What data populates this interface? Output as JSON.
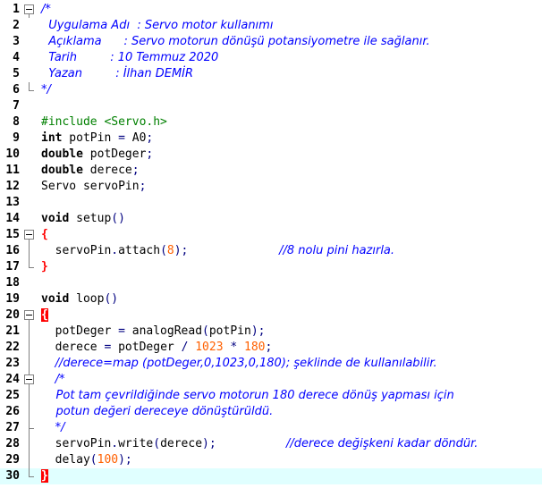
{
  "lines": [
    {
      "n": "1",
      "tokens": [
        {
          "t": "c",
          "v": "/*"
        }
      ],
      "fold": "open"
    },
    {
      "n": "2",
      "tokens": [
        {
          "t": "c",
          "v": "  Uygulama Adı  : Servo motor kullanımı"
        }
      ]
    },
    {
      "n": "3",
      "tokens": [
        {
          "t": "c",
          "v": "  Açıklama      : Servo motorun dönüşü potansiyometre ile sağlanır."
        }
      ]
    },
    {
      "n": "4",
      "tokens": [
        {
          "t": "c",
          "v": "  Tarih         : 10 Temmuz 2020"
        }
      ]
    },
    {
      "n": "5",
      "tokens": [
        {
          "t": "c",
          "v": "  Yazan         : İlhan DEMİR"
        }
      ]
    },
    {
      "n": "6",
      "tokens": [
        {
          "t": "c",
          "v": "*/"
        }
      ],
      "fold": "end"
    },
    {
      "n": "7",
      "tokens": []
    },
    {
      "n": "8",
      "tokens": [
        {
          "t": "pp",
          "v": "#include <Servo.h>"
        }
      ]
    },
    {
      "n": "9",
      "tokens": [
        {
          "t": "k",
          "v": "int"
        },
        {
          "t": "id",
          "v": " potPin "
        },
        {
          "t": "op",
          "v": "="
        },
        {
          "t": "id",
          "v": " A0"
        },
        {
          "t": "op",
          "v": ";"
        }
      ]
    },
    {
      "n": "10",
      "tokens": [
        {
          "t": "k",
          "v": "double"
        },
        {
          "t": "id",
          "v": " potDeger"
        },
        {
          "t": "op",
          "v": ";"
        }
      ]
    },
    {
      "n": "11",
      "tokens": [
        {
          "t": "k",
          "v": "double"
        },
        {
          "t": "id",
          "v": " derece"
        },
        {
          "t": "op",
          "v": ";"
        }
      ]
    },
    {
      "n": "12",
      "tokens": [
        {
          "t": "id",
          "v": "Servo servoPin"
        },
        {
          "t": "op",
          "v": ";"
        }
      ]
    },
    {
      "n": "13",
      "tokens": []
    },
    {
      "n": "14",
      "tokens": [
        {
          "t": "k",
          "v": "void"
        },
        {
          "t": "id",
          "v": " setup"
        },
        {
          "t": "op",
          "v": "()"
        }
      ]
    },
    {
      "n": "15",
      "tokens": [
        {
          "t": "br",
          "v": "{"
        }
      ],
      "fold": "open"
    },
    {
      "n": "16",
      "tokens": [
        {
          "t": "id",
          "v": "  servoPin"
        },
        {
          "t": "op",
          "v": "."
        },
        {
          "t": "id",
          "v": "attach"
        },
        {
          "t": "op",
          "v": "("
        },
        {
          "t": "num",
          "v": "8"
        },
        {
          "t": "op",
          "v": ");"
        },
        {
          "t": "id",
          "v": "             "
        },
        {
          "t": "c",
          "v": "//8 nolu pini hazırla."
        }
      ],
      "fold": "mid"
    },
    {
      "n": "17",
      "tokens": [
        {
          "t": "br",
          "v": "}"
        }
      ],
      "fold": "end"
    },
    {
      "n": "18",
      "tokens": []
    },
    {
      "n": "19",
      "tokens": [
        {
          "t": "k",
          "v": "void"
        },
        {
          "t": "id",
          "v": " loop"
        },
        {
          "t": "op",
          "v": "()"
        }
      ]
    },
    {
      "n": "20",
      "tokens": [
        {
          "t": "brh",
          "v": "{"
        }
      ],
      "fold": "open"
    },
    {
      "n": "21",
      "tokens": [
        {
          "t": "id",
          "v": "  potDeger "
        },
        {
          "t": "op",
          "v": "="
        },
        {
          "t": "id",
          "v": " analogRead"
        },
        {
          "t": "op",
          "v": "("
        },
        {
          "t": "id",
          "v": "potPin"
        },
        {
          "t": "op",
          "v": ");"
        }
      ],
      "fold": "mid"
    },
    {
      "n": "22",
      "tokens": [
        {
          "t": "id",
          "v": "  derece "
        },
        {
          "t": "op",
          "v": "="
        },
        {
          "t": "id",
          "v": " potDeger "
        },
        {
          "t": "op",
          "v": "/"
        },
        {
          "t": "id",
          "v": " "
        },
        {
          "t": "num",
          "v": "1023"
        },
        {
          "t": "id",
          "v": " "
        },
        {
          "t": "op",
          "v": "*"
        },
        {
          "t": "id",
          "v": " "
        },
        {
          "t": "num",
          "v": "180"
        },
        {
          "t": "op",
          "v": ";"
        }
      ],
      "fold": "mid"
    },
    {
      "n": "23",
      "tokens": [
        {
          "t": "id",
          "v": "  "
        },
        {
          "t": "c",
          "v": "//derece=map (potDeger,0,1023,0,180); şeklinde de kullanılabilir."
        }
      ],
      "fold": "mid"
    },
    {
      "n": "24",
      "tokens": [
        {
          "t": "id",
          "v": "  "
        },
        {
          "t": "c",
          "v": "/*"
        }
      ],
      "fold": "open2"
    },
    {
      "n": "25",
      "tokens": [
        {
          "t": "c",
          "v": "    Pot tam çevrildiğinde servo motorun 180 derece dönüş yapması için"
        }
      ],
      "fold": "mid"
    },
    {
      "n": "26",
      "tokens": [
        {
          "t": "c",
          "v": "    potun değeri dereceye dönüştürüldü."
        }
      ],
      "fold": "mid"
    },
    {
      "n": "27",
      "tokens": [
        {
          "t": "id",
          "v": "  "
        },
        {
          "t": "c",
          "v": "*/"
        }
      ],
      "fold": "end2"
    },
    {
      "n": "28",
      "tokens": [
        {
          "t": "id",
          "v": "  servoPin"
        },
        {
          "t": "op",
          "v": "."
        },
        {
          "t": "id",
          "v": "write"
        },
        {
          "t": "op",
          "v": "("
        },
        {
          "t": "id",
          "v": "derece"
        },
        {
          "t": "op",
          "v": ");"
        },
        {
          "t": "id",
          "v": "          "
        },
        {
          "t": "c",
          "v": "//derece değişkeni kadar döndür."
        }
      ],
      "fold": "mid"
    },
    {
      "n": "29",
      "tokens": [
        {
          "t": "id",
          "v": "  delay"
        },
        {
          "t": "op",
          "v": "("
        },
        {
          "t": "num",
          "v": "100"
        },
        {
          "t": "op",
          "v": ");"
        }
      ],
      "fold": "mid"
    },
    {
      "n": "30",
      "tokens": [
        {
          "t": "brh",
          "v": "}"
        }
      ],
      "fold": "end",
      "highlight": true
    }
  ],
  "colors": {
    "comment": "#0000ff",
    "keyword": "#000000",
    "preprocessor": "#008000",
    "number": "#ff6000",
    "operator": "#000080",
    "brace": "#ff0000",
    "current_line": "#e0ffff"
  }
}
